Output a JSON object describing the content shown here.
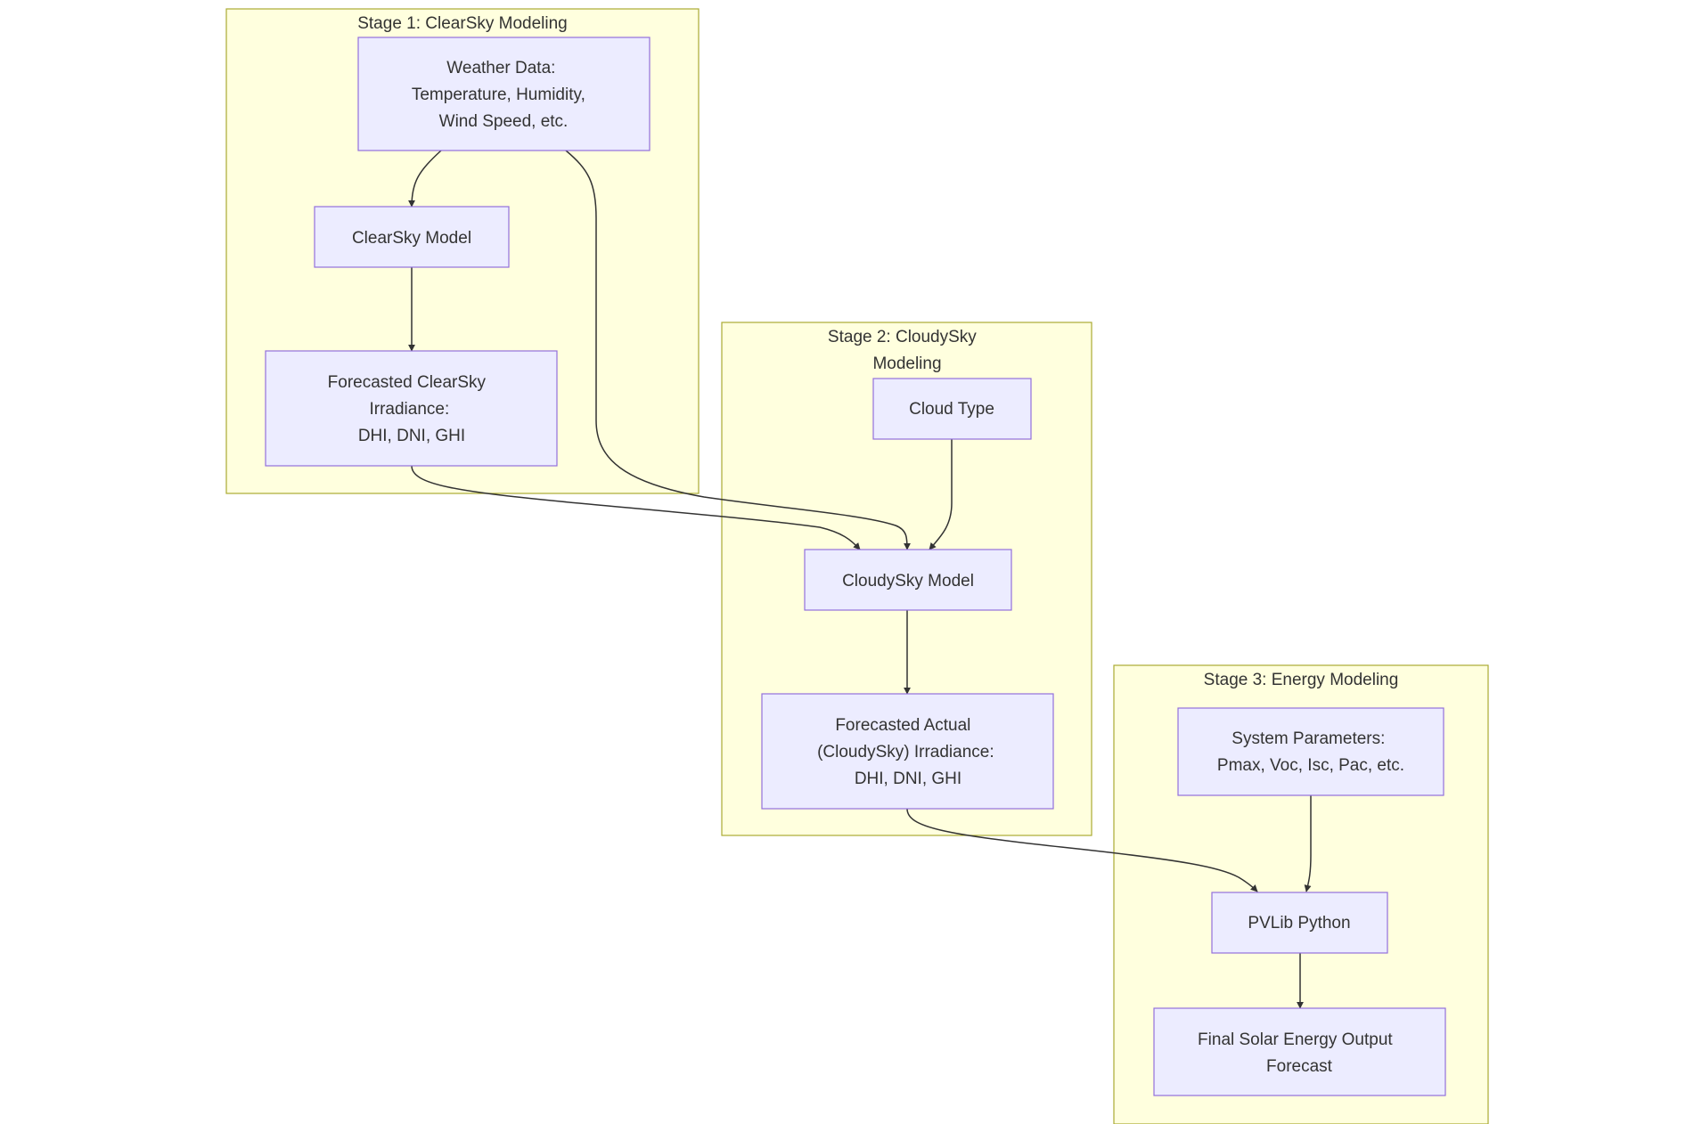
{
  "clusters": {
    "stage1": {
      "title": [
        "Stage 1: ClearSky Modeling"
      ]
    },
    "stage2": {
      "title": [
        "Stage 2: CloudySky",
        "Modeling"
      ]
    },
    "stage3": {
      "title": [
        "Stage 3: Energy Modeling"
      ]
    }
  },
  "nodes": {
    "weather": {
      "lines": [
        "Weather Data:",
        "Temperature, Humidity,",
        "Wind Speed, etc."
      ]
    },
    "clearsky_model": {
      "lines": [
        "ClearSky Model"
      ]
    },
    "clearsky_irr": {
      "lines": [
        "Forecasted ClearSky",
        "Irradiance:",
        "DHI, DNI, GHI"
      ]
    },
    "cloud_type": {
      "lines": [
        "Cloud Type"
      ]
    },
    "cloudysky_model": {
      "lines": [
        "CloudySky Model"
      ]
    },
    "actual_irr": {
      "lines": [
        "Forecasted Actual",
        "(CloudySky) Irradiance:",
        "DHI, DNI, GHI"
      ]
    },
    "system_params": {
      "lines": [
        "System Parameters:",
        "Pmax, Voc, Isc, Pac, etc."
      ]
    },
    "pvlib": {
      "lines": [
        "PVLib Python"
      ]
    },
    "final_output": {
      "lines": [
        "Final Solar Energy Output",
        "Forecast"
      ]
    }
  },
  "edges": [
    {
      "from": "weather",
      "to": "clearsky_model"
    },
    {
      "from": "clearsky_model",
      "to": "clearsky_irr"
    },
    {
      "from": "weather",
      "to": "cloudysky_model"
    },
    {
      "from": "clearsky_irr",
      "to": "cloudysky_model"
    },
    {
      "from": "cloud_type",
      "to": "cloudysky_model"
    },
    {
      "from": "cloudysky_model",
      "to": "actual_irr"
    },
    {
      "from": "actual_irr",
      "to": "pvlib"
    },
    {
      "from": "system_params",
      "to": "pvlib"
    },
    {
      "from": "pvlib",
      "to": "final_output"
    }
  ],
  "colors": {
    "cluster_fill": "#ffffde",
    "cluster_stroke": "#aaaa33",
    "node_fill": "#ececff",
    "node_stroke": "#9370db",
    "edge": "#333333",
    "text": "#333333"
  }
}
